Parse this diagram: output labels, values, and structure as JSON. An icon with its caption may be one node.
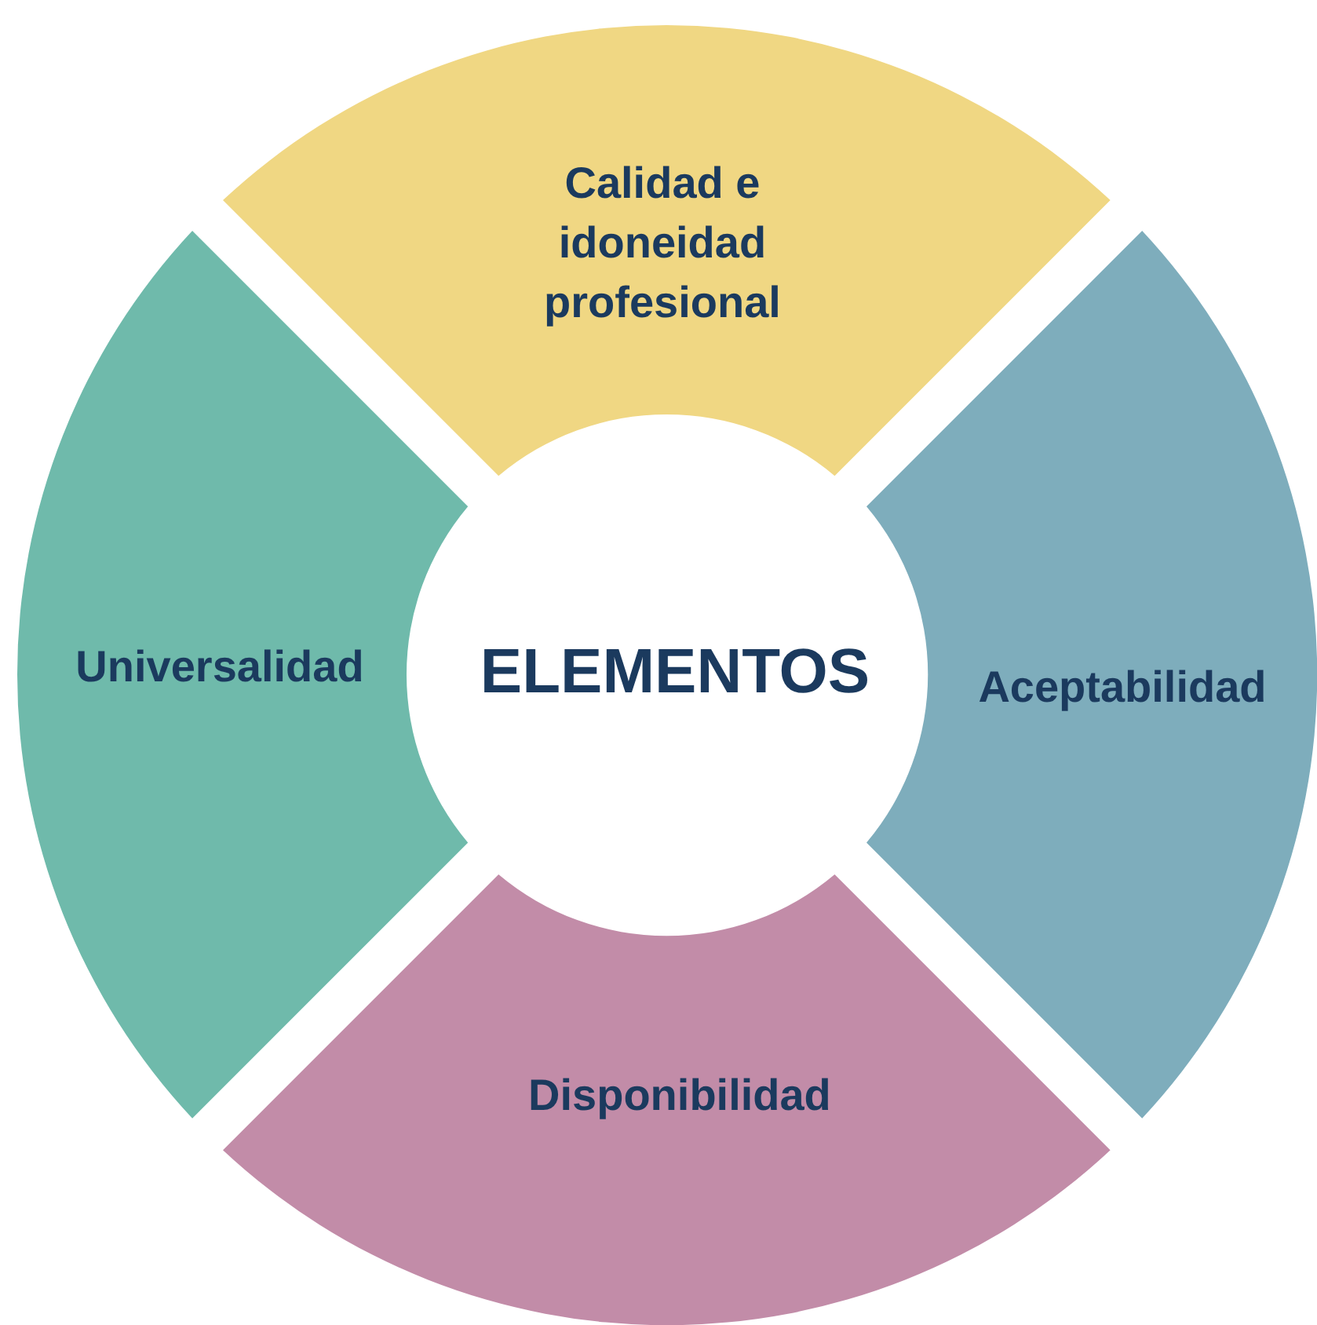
{
  "diagram": {
    "nodes": [
      {
        "text": [
          "Calidad e idoneidad profesional"
        ]
      },
      {
        "text": [
          "Universalidad"
        ]
      },
      {
        "text": [
          "ELEMENTOS"
        ]
      },
      {
        "text": [
          "Aceptabilidad"
        ]
      },
      {
        "text": [
          "Disponibilidad"
        ]
      }
    ],
    "edges": []
  }
}
